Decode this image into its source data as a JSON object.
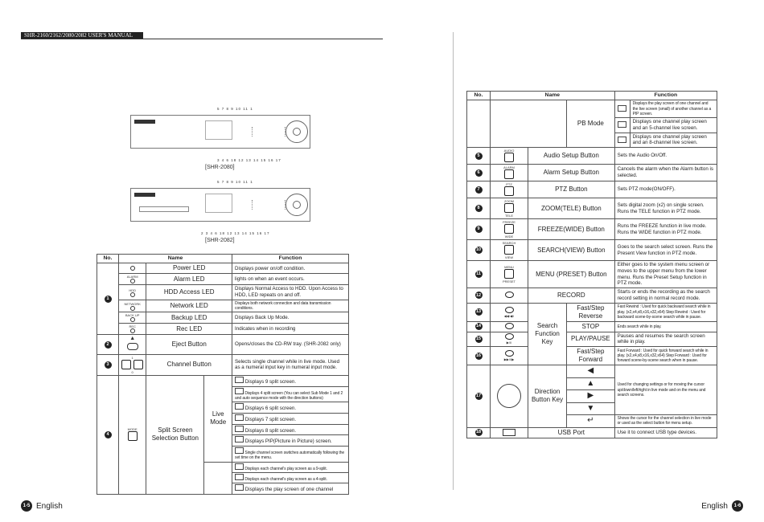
{
  "header": {
    "manual_title": "SHR-2160/2162/2080/2082 USER'S MANUAL"
  },
  "footer": {
    "left_page": "1-5",
    "left_lang": "English",
    "right_page": "1-6",
    "right_lang": "English"
  },
  "figures": {
    "shr2080": {
      "caption": "[SHR-2080]",
      "top_numbers": "5        7  8  9  10  11  1",
      "bottom_numbers": "3  4  6  18 12 13 14 15 16     17"
    },
    "shr2082": {
      "caption": "[SHR-2082]",
      "top_numbers": "5        7  8  9  10  11  1",
      "bottom_numbers": "2  3  4  6  18 12 13 14 15 16     17"
    }
  },
  "left_table": {
    "headers": {
      "no": "No.",
      "name": "Name",
      "function": "Function"
    },
    "rows": [
      {
        "name": "Power LED",
        "icon_label": "",
        "function": "Displays power on/off condition."
      },
      {
        "name": "Alarm LED",
        "icon_label": "ALARM",
        "function": "lights on when an event occurs."
      },
      {
        "name": "HDD Access LED",
        "icon_label": "HDD",
        "function": "Displays Normal Access to HDD. Upon Access to HDD, LED repeats on and off."
      },
      {
        "name": "Network LED",
        "icon_label": "NETWORK",
        "function": "Displays both network connection and data transmission conditions."
      },
      {
        "name": "Backup LED",
        "icon_label": "BACK UP",
        "function": "Displays Back Up Mode."
      },
      {
        "name": "Rec LED",
        "icon_label": "REC",
        "function": "Indicates when in recording"
      }
    ],
    "eject": {
      "no": "2",
      "name": "Eject Button",
      "function": "Opens/closes the CD-RW tray. (SHR-2082 only)"
    },
    "channel": {
      "no": "3",
      "name": "Channel Button",
      "function": "Selects single channel while in live mode. Used as a numeral input key in numeral input mode.",
      "key_first": "1",
      "key_last": "0",
      "ellipsis": "..."
    },
    "split": {
      "no": "4",
      "icon_label": "MODE",
      "name": "Split Screen Selection Button",
      "live_mode": "Live Mode",
      "live_items": [
        "Displays 9 split screen.",
        "Displays 4 split screen (You can select Sub Mode 1 and 2 and auto sequence mode with the direction buttons)",
        "Displays 6 split screen.",
        "Displays 7 split screen.",
        "Displays 8 split screen.",
        "Displays PIP(Picture in Picture) screen.",
        "Single channel screen switches automatically following the set time on the menu."
      ],
      "other_items": [
        "Displays each channel's play screen as a 9-split.",
        "Displays each channel's play screen as a 4-split.",
        "Displays the play screen of one channel"
      ]
    },
    "no1": "1"
  },
  "right_table": {
    "headers": {
      "no": "No.",
      "name": "Name",
      "function": "Function"
    },
    "pb": {
      "name": "PB Mode",
      "items": [
        "Displays the play screen of one channel and the live screen (small) of another channel as a PIP screen.",
        "Displays one channel play screen and an 5-channel live screen.",
        "Displays one channel play screen and an 8-channel live screen."
      ]
    },
    "rows": [
      {
        "no": "5",
        "icon_label": "AUDIO",
        "name": "Audio Setup Button",
        "function": "Sets the Audio On/Off."
      },
      {
        "no": "6",
        "icon_label": "ALARM",
        "name": "Alarm Setup Button",
        "function": "Cancels the alarm when the Alarm button is selected."
      },
      {
        "no": "7",
        "icon_label": "PTZ",
        "name": "PTZ Button",
        "function": "Sets PTZ mode(ON/OFF)."
      },
      {
        "no": "8",
        "icon_label": "ZOOM",
        "icon_sub": "TELE",
        "name": "ZOOM(TELE) Button",
        "function": "Sets digital zoom (x2) on single screen. Runs the TELE function in PTZ mode."
      },
      {
        "no": "9",
        "icon_label": "FREEZE",
        "icon_sub": "WIDE",
        "name": "FREEZE(WIDE) Button",
        "function": "Runs the FREEZE function in live mode. Runs the WIDE function in PTZ mode."
      },
      {
        "no": "10",
        "icon_label": "SEARCH",
        "icon_sub": "VIEW",
        "name": "SEARCH(VIEW) Button",
        "function": "Goes to the search select screen. Runs the Present View function in PTZ mode."
      },
      {
        "no": "11",
        "icon_label": "MENU",
        "icon_sub": "PRESET",
        "name": "MENU (PRESET) Button",
        "function": "Either goes to the system menu screen or moves to the upper menu from the lower menu. Runs the Preset Setup function in PTZ mode."
      },
      {
        "no": "12",
        "name": "RECORD",
        "function": "Starts or ends the recording as the search record setting in normal record mode."
      }
    ],
    "search": {
      "name": "Search Function Key",
      "items": [
        {
          "no": "13",
          "sub": "Fast/Step Reverse",
          "icon_sub": "◀◀/◀II",
          "function": "Fast Rewind : Used for quick backward search while in play. (x2,x4,x8,x16,x32,x64) Step Rewind : Used for backward scene-by-scene search while in pause."
        },
        {
          "no": "14",
          "sub": "STOP",
          "icon_sub": "",
          "function": "Ends search while in play."
        },
        {
          "no": "15",
          "sub": "PLAY/PAUSE",
          "icon_sub": "▶/II",
          "function": "Pauses and resumes the search screen while in play."
        },
        {
          "no": "16",
          "sub": "Fast/Step Forward",
          "icon_sub": "▶▶/II▶",
          "function": "Fast Forward : Used for quick forward search while in play. (x2,x4,x8,x16,x32,x64) Step Forward : Used for forward scene-by-scene search when in pause."
        }
      ]
    },
    "direction": {
      "no": "17",
      "name": "Direction Button Key",
      "arrows": [
        "◀",
        "▲",
        "▶",
        "▼",
        "↵"
      ],
      "function_arrows": "Used for changing settings or for moving the cursor up/down/left/right in live mode and on the menu and search screens.",
      "function_enter": "Shows the cursor for the channel selection in live mode or used as the select button for menu setup."
    },
    "usb": {
      "no": "18",
      "name": "USB Port",
      "function": "Use it to connect USB type devices."
    }
  }
}
